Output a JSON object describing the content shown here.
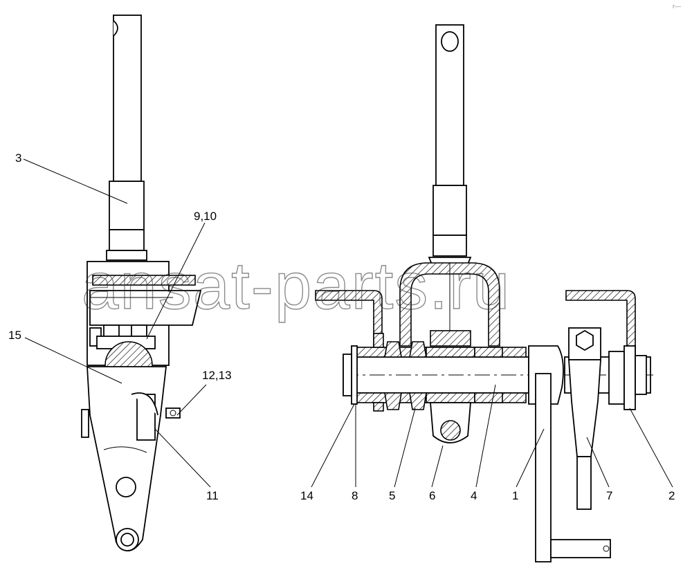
{
  "watermark": "ansat-parts.ru",
  "corner_mark": "r—",
  "callouts_left": {
    "c3": "3",
    "c910": "9,10",
    "c15": "15",
    "c1213": "12,13",
    "c11": "11"
  },
  "callouts_right": {
    "c14": "14",
    "c8": "8",
    "c5": "5",
    "c6": "6",
    "c4": "4",
    "c1": "1",
    "c7": "7",
    "c2": "2"
  }
}
